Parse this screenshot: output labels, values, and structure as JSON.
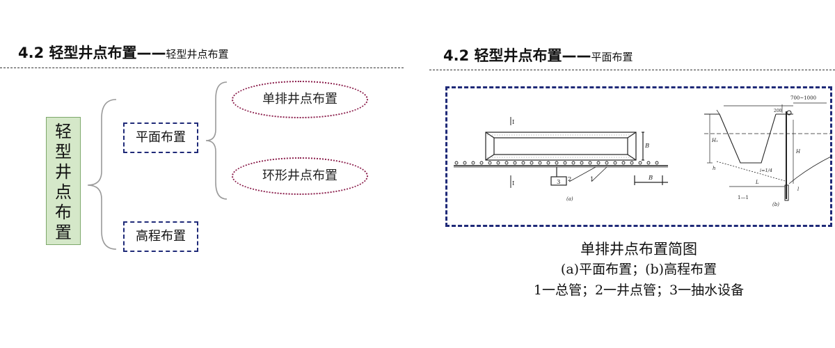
{
  "left": {
    "title_main": "4.2 轻型井点布置——",
    "title_sub": "轻型井点布置",
    "root": [
      "轻",
      "型",
      "井",
      "点",
      "布",
      "置"
    ],
    "plane": "平面布置",
    "elevation": "高程布置",
    "single_row": "单排井点布置",
    "ring": "环形井点布置"
  },
  "right": {
    "title_main": "4.2 轻型井点布置——",
    "title_sub": "平面布置",
    "figure": {
      "a": {
        "label_I": "I",
        "label_B": "B",
        "label_1": "1",
        "label_2": "2",
        "label_3": "3",
        "caption": "(a)"
      },
      "b": {
        "dim_top": "700~1000",
        "dim_200": "200",
        "label_H1": "H₁",
        "label_H": "H",
        "label_h": "h",
        "slope": "i=1/4",
        "label_L": "L",
        "label_l": "l",
        "section": "1—1",
        "caption": "(b)"
      }
    },
    "caption_line1": "单排井点布置简图",
    "caption_line2": "(a)平面布置；(b)高程布置",
    "caption_line3": "1一总管；2一井点管；3一抽水设备"
  }
}
